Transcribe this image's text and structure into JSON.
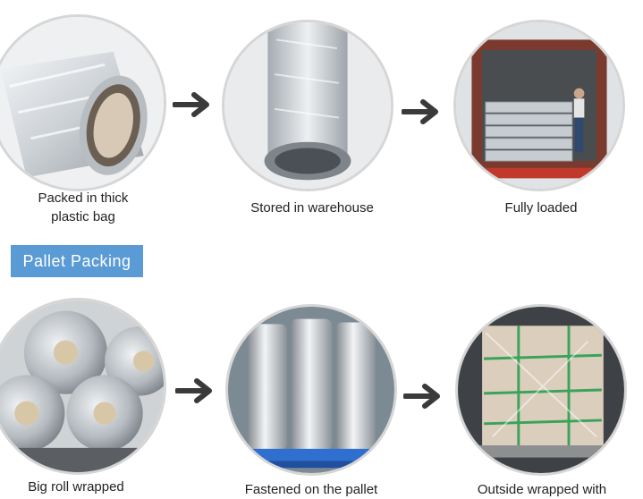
{
  "section_label": "Pallet Packing",
  "row1": {
    "captions": [
      "Packed in thick plastic bag",
      "Stored in warehouse",
      "Fully loaded"
    ],
    "images": [
      "foil-roll-in-plastic-bag-photo",
      "stored-foil-roll-photo",
      "loaded-container-photo"
    ]
  },
  "row2": {
    "captions": [
      "Big roll wrapped",
      "Fastened on the pallet",
      "Outside wrapped with"
    ],
    "images": [
      "wrapped-big-rolls-photo",
      "rolls-on-pallet-photo",
      "wrapped-pallet-photo"
    ]
  },
  "colors": {
    "arrow": "#3a3a3a",
    "label_bg": "#5b9bd5",
    "circle_border": "#d6d6d6"
  },
  "icons": [
    "arrow-right-icon"
  ]
}
